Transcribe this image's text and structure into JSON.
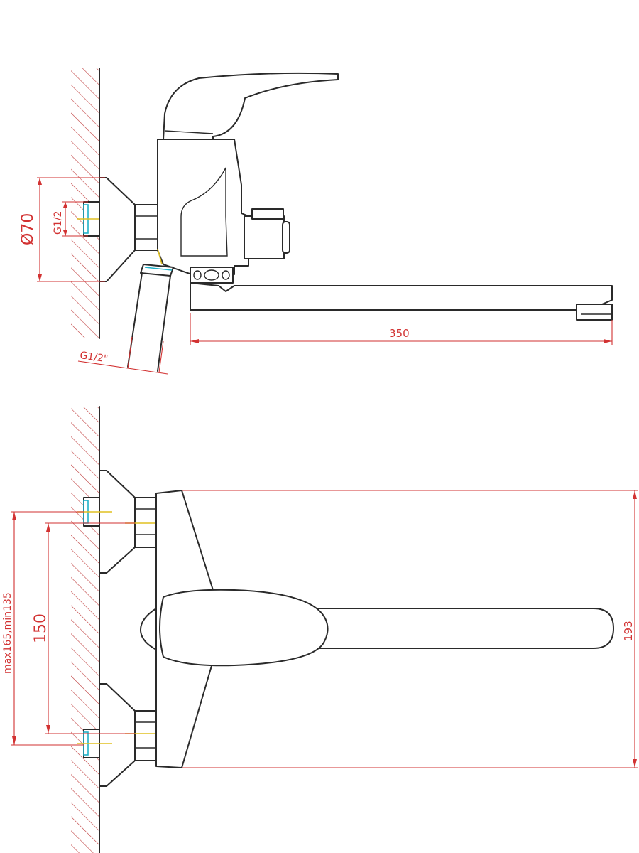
{
  "dimensions": {
    "spout_length": "350",
    "flange_diameter": "Ø70",
    "inlet_thread_side": "G1/2",
    "hose_thread": "G1/2\"",
    "center_distance": "150",
    "center_distance_range": "max165,min135",
    "overall_height": "193"
  },
  "colors": {
    "outline": "#2a2a2a",
    "dimension": "#d23232",
    "axis": "#e0c020",
    "thread": "#20b0c8"
  }
}
